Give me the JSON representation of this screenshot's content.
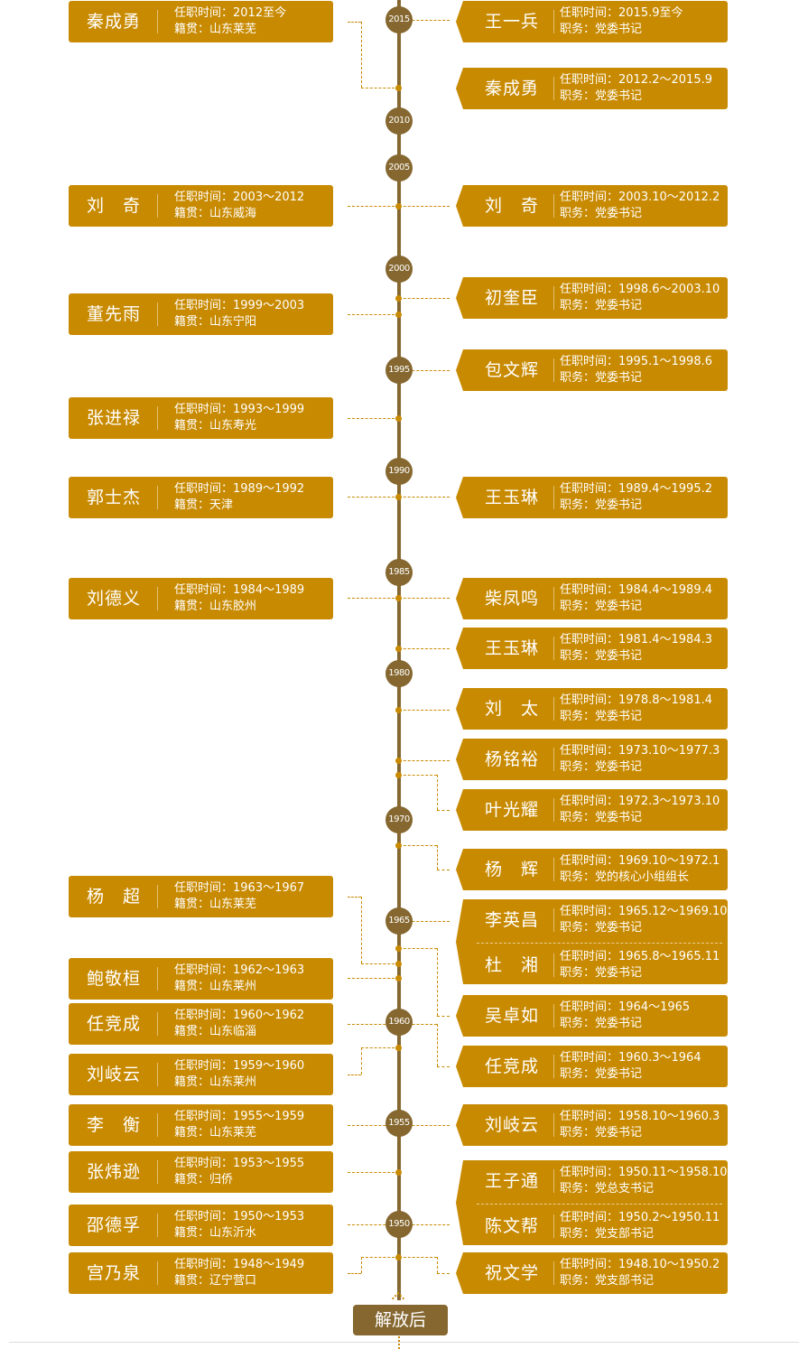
{
  "colors": {
    "card": "#c88a00",
    "spine": "#85672f"
  },
  "labels": {
    "term": "任职时间：",
    "origin": "籍贯：",
    "post": "职务："
  },
  "footer": {
    "badge": "解放后"
  },
  "years": [
    "2015",
    "2010",
    "2005",
    "2000",
    "1995",
    "1990",
    "1985",
    "1980",
    "1970",
    "1965",
    "1960",
    "1955",
    "1950"
  ],
  "left": [
    {
      "name": "秦成勇",
      "term": "2012至今",
      "origin": "山东莱芜"
    },
    {
      "name": "刘　奇",
      "term": "2003～2012",
      "origin": "山东威海"
    },
    {
      "name": "董先雨",
      "term": "1999～2003",
      "origin": "山东宁阳"
    },
    {
      "name": "张进禄",
      "term": "1993～1999",
      "origin": "山东寿光"
    },
    {
      "name": "郭士杰",
      "term": "1989～1992",
      "origin": "天津"
    },
    {
      "name": "刘德义",
      "term": "1984～1989",
      "origin": "山东胶州"
    },
    {
      "name": "杨　超",
      "term": "1963～1967",
      "origin": "山东莱芜"
    },
    {
      "name": "鲍敬桓",
      "term": "1962～1963",
      "origin": "山东莱州"
    },
    {
      "name": "任竞成",
      "term": "1960～1962",
      "origin": "山东临淄"
    },
    {
      "name": "刘岐云",
      "term": "1959～1960",
      "origin": "山东莱州"
    },
    {
      "name": "李　衡",
      "term": "1955～1959",
      "origin": "山东莱芜"
    },
    {
      "name": "张炜逊",
      "term": "1953～1955",
      "origin": "归侨"
    },
    {
      "name": "邵德孚",
      "term": "1950～1953",
      "origin": "山东沂水"
    },
    {
      "name": "宫乃泉",
      "term": "1948～1949",
      "origin": "辽宁营口"
    }
  ],
  "right": [
    {
      "name": "王一兵",
      "term": "2015.9至今",
      "post": "党委书记"
    },
    {
      "name": "秦成勇",
      "term": "2012.2～2015.9",
      "post": "党委书记"
    },
    {
      "name": "刘　奇",
      "term": "2003.10～2012.2",
      "post": "党委书记"
    },
    {
      "name": "初奎臣",
      "term": "1998.6～2003.10",
      "post": "党委书记"
    },
    {
      "name": "包文辉",
      "term": "1995.1～1998.6",
      "post": "党委书记"
    },
    {
      "name": "王玉琳",
      "term": "1989.4～1995.2",
      "post": "党委书记"
    },
    {
      "name": "柴凤鸣",
      "term": "1984.4～1989.4",
      "post": "党委书记"
    },
    {
      "name": "王玉琳",
      "term": "1981.4～1984.3",
      "post": "党委书记"
    },
    {
      "name": "刘　太",
      "term": "1978.8～1981.4",
      "post": "党委书记"
    },
    {
      "name": "杨铭裕",
      "term": "1973.10～1977.3",
      "post": "党委书记"
    },
    {
      "name": "叶光耀",
      "term": "1972.3～1973.10",
      "post": "党委书记"
    },
    {
      "name": "杨　辉",
      "term": "1969.10～1972.1",
      "post": "党的核心小组组长"
    },
    {
      "name": "李英昌",
      "term": "1965.12～1969.10",
      "post": "党委书记"
    },
    {
      "name": "杜　湘",
      "term": "1965.8～1965.11",
      "post": "党委书记"
    },
    {
      "name": "吴卓如",
      "term": "1964～1965",
      "post": "党委书记"
    },
    {
      "name": "任竞成",
      "term": "1960.3～1964",
      "post": "党委书记"
    },
    {
      "name": "刘岐云",
      "term": "1958.10～1960.3",
      "post": "党委书记"
    },
    {
      "name": "王子通",
      "term": "1950.11～1958.10",
      "post": "党总支书记"
    },
    {
      "name": "陈文帮",
      "term": "1950.2～1950.11",
      "post": "党支部书记"
    },
    {
      "name": "祝文学",
      "term": "1948.10～1950.2",
      "post": "党支部书记"
    }
  ]
}
